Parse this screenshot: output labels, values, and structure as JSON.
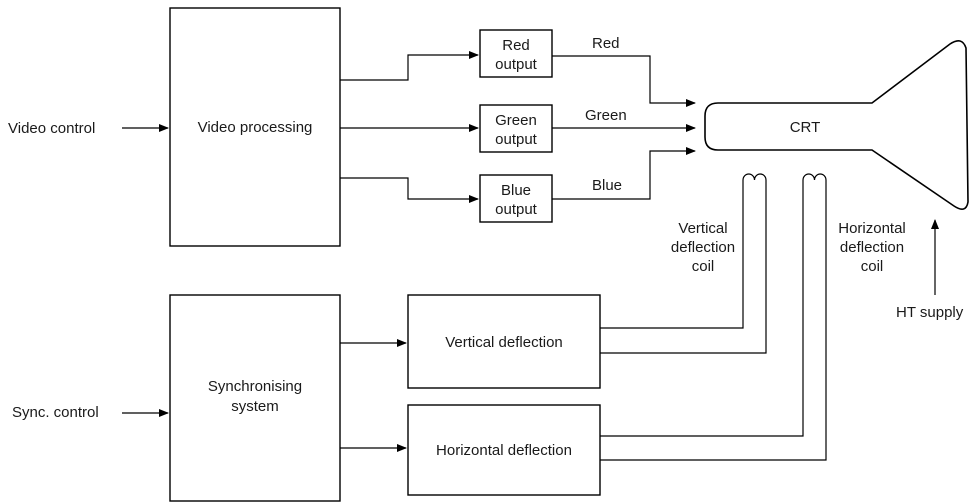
{
  "inputs": {
    "video_control": "Video control",
    "sync_control": "Sync. control",
    "ht_supply": "HT supply"
  },
  "blocks": {
    "video_processing": "Video processing",
    "red_output": [
      "Red",
      "output"
    ],
    "green_output": [
      "Green",
      "output"
    ],
    "blue_output": [
      "Blue",
      "output"
    ],
    "synchronising_system": [
      "Synchronising",
      "system"
    ],
    "vertical_deflection": "Vertical deflection",
    "horizontal_deflection": "Horizontal deflection",
    "crt": "CRT"
  },
  "signals": {
    "red": "Red",
    "green": "Green",
    "blue": "Blue"
  },
  "coils": {
    "vertical": [
      "Vertical",
      "deflection",
      "coil"
    ],
    "horizontal": [
      "Horizontal",
      "deflection",
      "coil"
    ]
  }
}
